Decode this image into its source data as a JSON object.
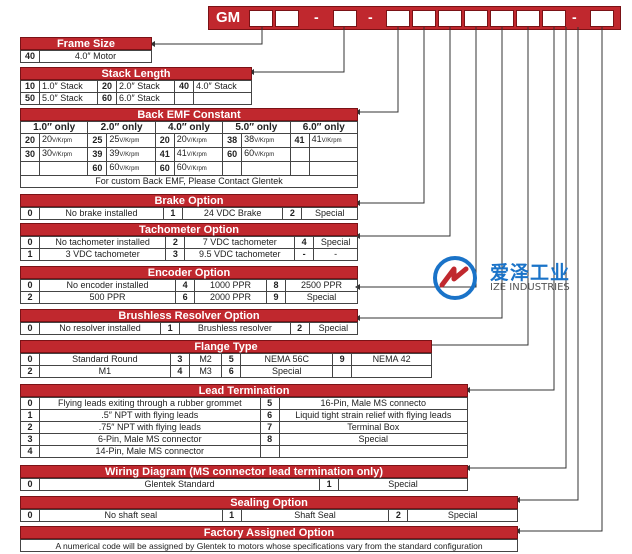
{
  "code_bar": {
    "prefix": "GM",
    "dash1": "-",
    "dash2": "-",
    "dash3": "-"
  },
  "frame": {
    "title": "Frame Size",
    "code": "40",
    "value": "4.0″ Motor"
  },
  "stack": {
    "title": "Stack Length",
    "rows": [
      [
        {
          "k": "10",
          "v": "1.0″ Stack"
        },
        {
          "k": "20",
          "v": "2.0″ Stack"
        },
        {
          "k": "40",
          "v": "4.0″ Stack"
        }
      ],
      [
        {
          "k": "50",
          "v": "5.0″ Stack"
        },
        {
          "k": "60",
          "v": "6.0″ Stack"
        }
      ]
    ]
  },
  "emf": {
    "title": "Back EMF Constant",
    "groups": [
      "1.0″ only",
      "2.0″ only",
      "4.0″ only",
      "5.0″ only",
      "6.0″ only"
    ],
    "unit": "V/Krpm",
    "rows": [
      [
        {
          "k": "20",
          "v": "20"
        },
        {
          "k": "25",
          "v": "25"
        },
        {
          "k": "20",
          "v": "20"
        },
        {
          "k": "38",
          "v": "38"
        },
        {
          "k": "41",
          "v": "41"
        }
      ],
      [
        {
          "k": "30",
          "v": "30"
        },
        {
          "k": "39",
          "v": "39"
        },
        {
          "k": "41",
          "v": "41"
        },
        {
          "k": "60",
          "v": "60"
        }
      ],
      [
        {
          "k": "60",
          "v": "60"
        },
        {
          "k": "60",
          "v": "60"
        }
      ]
    ],
    "note": "For custom Back EMF, Please Contact Glentek"
  },
  "brake": {
    "title": "Brake Option",
    "items": [
      {
        "k": "0",
        "v": "No brake installed"
      },
      {
        "k": "1",
        "v": "24 VDC Brake"
      },
      {
        "k": "2",
        "v": "Special"
      }
    ]
  },
  "tach": {
    "title": "Tachometer Option",
    "rows": [
      [
        {
          "k": "0",
          "v": "No tachometer installed"
        },
        {
          "k": "2",
          "v": "7 VDC tachometer"
        },
        {
          "k": "4",
          "v": "Special"
        }
      ],
      [
        {
          "k": "1",
          "v": "3 VDC tachometer"
        },
        {
          "k": "3",
          "v": "9.5 VDC tachometer"
        },
        {
          "k": "-",
          "v": "-"
        }
      ]
    ]
  },
  "encoder": {
    "title": "Encoder Option",
    "rows": [
      [
        {
          "k": "0",
          "v": "No encoder installed"
        },
        {
          "k": "4",
          "v": "1000 PPR"
        },
        {
          "k": "8",
          "v": "2500 PPR"
        }
      ],
      [
        {
          "k": "2",
          "v": "500 PPR"
        },
        {
          "k": "6",
          "v": "2000 PPR"
        },
        {
          "k": "9",
          "v": "Special"
        }
      ]
    ]
  },
  "resolver": {
    "title": "Brushless Resolver Option",
    "items": [
      {
        "k": "0",
        "v": "No resolver installed"
      },
      {
        "k": "1",
        "v": "Brushless resolver"
      },
      {
        "k": "2",
        "v": "Special"
      }
    ]
  },
  "flange": {
    "title": "Flange Type",
    "rows": [
      [
        {
          "k": "0",
          "v": "Standard Round"
        },
        {
          "k": "3",
          "v": "M2"
        },
        {
          "k": "5",
          "v": "NEMA 56C"
        },
        {
          "k": "9",
          "v": "NEMA 42"
        }
      ],
      [
        {
          "k": "2",
          "v": "M1"
        },
        {
          "k": "4",
          "v": "M3"
        },
        {
          "k": "6",
          "v": "Special"
        }
      ]
    ]
  },
  "lead": {
    "title": "Lead Termination",
    "left": [
      {
        "k": "0",
        "v": "Flying leads exiting through a rubber grommet"
      },
      {
        "k": "1",
        "v": ".5″ NPT with flying leads"
      },
      {
        "k": "2",
        "v": ".75″ NPT with flying leads"
      },
      {
        "k": "3",
        "v": "6-Pin, Male MS connector"
      },
      {
        "k": "4",
        "v": "14-Pin, Male MS connector"
      }
    ],
    "right": [
      {
        "k": "5",
        "v": "16-Pin, Male MS connecto"
      },
      {
        "k": "6",
        "v": "Liquid tight strain relief with flying leads"
      },
      {
        "k": "7",
        "v": "Terminal Box"
      },
      {
        "k": "8",
        "v": "Special"
      }
    ]
  },
  "wiring": {
    "title": "Wiring Diagram (MS connector lead termination only)",
    "items": [
      {
        "k": "0",
        "v": "Glentek Standard"
      },
      {
        "k": "1",
        "v": "Special"
      }
    ]
  },
  "sealing": {
    "title": "Sealing Option",
    "items": [
      {
        "k": "0",
        "v": "No shaft seal"
      },
      {
        "k": "1",
        "v": "Shaft Seal"
      },
      {
        "k": "2",
        "v": "Special"
      }
    ]
  },
  "factory": {
    "title": "Factory Assigned Option",
    "note": "A numerical code will be assigned by Glentek to motors whose specifications vary from the standard configuration"
  },
  "logo": {
    "cn": "爱泽工业",
    "en": "IZE INDUSTRIES",
    "colors": {
      "blue": "#1a73c8",
      "red": "#c0282e"
    }
  }
}
